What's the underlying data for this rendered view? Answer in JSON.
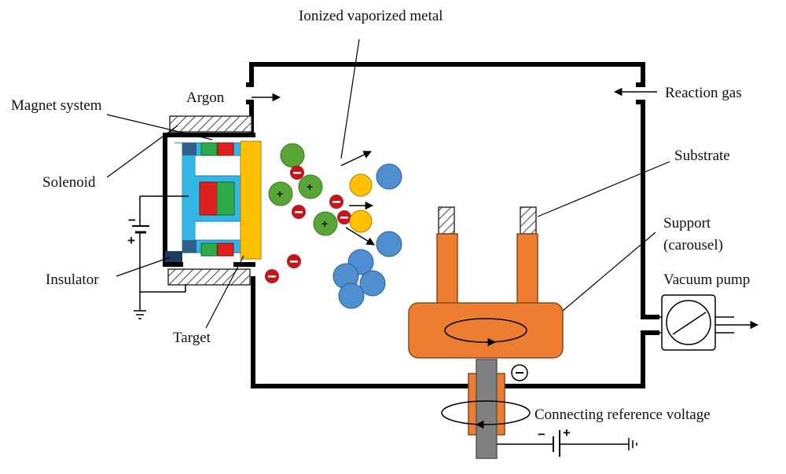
{
  "labels": {
    "ionized_metal": "Ionized vaporized metal",
    "magnet_system": "Magnet system",
    "argon": "Argon",
    "solenoid": "Solenoid",
    "insulator": "Insulator",
    "target": "Target",
    "reaction_gas": "Reaction gas",
    "substrate": "Substrate",
    "support_line1": "Support",
    "support_line2": "(carousel)",
    "vacuum_pump": "Vacuum pump",
    "reference_voltage": "Connecting reference voltage"
  },
  "signs": {
    "minus": "−",
    "plus": "+",
    "ion_plus": "+",
    "electron_minus": "−",
    "carousel_charge": "−"
  },
  "colors": {
    "chamber": "#000000",
    "magnet_housing": "#33b5e5",
    "target": "#ffc000",
    "magnet_red": "#e02020",
    "magnet_green": "#2eaa4a",
    "argon_ion": "#5aa537",
    "electron": "#c0161c",
    "metal_ion": "#ffc000",
    "metal_atom": "#4f8fd0",
    "carousel": "#ed7d31",
    "shaft": "#808080",
    "hatch": "#555555"
  }
}
